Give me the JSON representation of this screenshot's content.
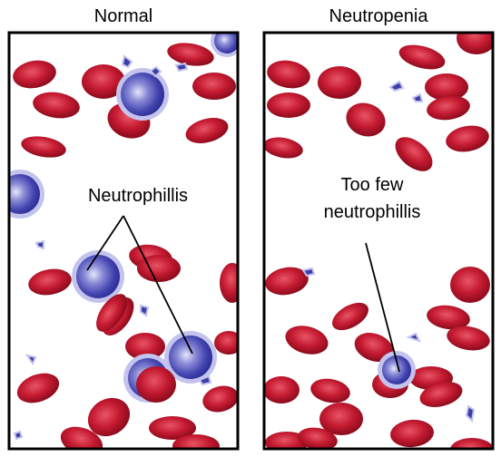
{
  "panels": {
    "normal": {
      "title": "Normal",
      "label": "Neutrophillis"
    },
    "neutropenia": {
      "title": "Neutropenia",
      "label_line1": "Too few",
      "label_line2": "neutrophillis"
    }
  },
  "colors": {
    "red_cell": "#c0182f",
    "red_cell_dark": "#8e0a1c",
    "red_cell_light": "#e0505f",
    "neutrophil": "#3a3ba8",
    "neutrophil_rim": "#c3c3ee",
    "platelet": "#3c3fa6",
    "frame": "#000000"
  },
  "icons": [
    "red-blood-cell-icon",
    "neutrophil-icon",
    "platelet-icon"
  ]
}
